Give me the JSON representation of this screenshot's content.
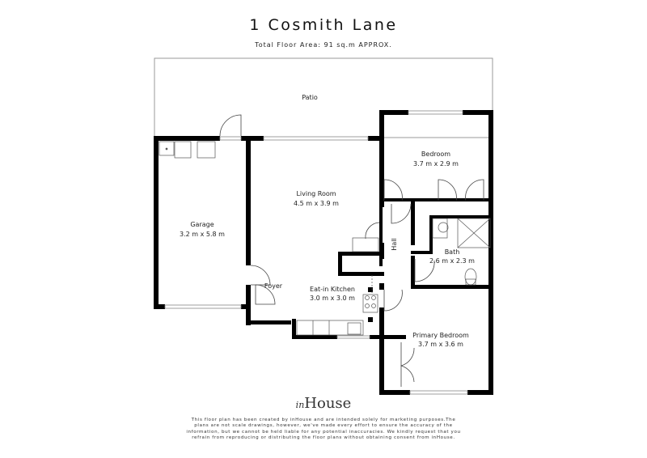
{
  "header": {
    "title": "1 Cosmith Lane",
    "subtitle": "Total Floor Area: 91 sq.m APPROX."
  },
  "rooms": [
    {
      "name": "Patio",
      "dimensions": ""
    },
    {
      "name": "Garage",
      "dimensions": "3.2 m x 5.8 m"
    },
    {
      "name": "Living Room",
      "dimensions": "4.5 m x 3.9 m"
    },
    {
      "name": "Bedroom",
      "dimensions": "3.7 m x 2.9 m"
    },
    {
      "name": "Hall",
      "dimensions": ""
    },
    {
      "name": "Bath",
      "dimensions": "2.6 m x 2.3 m"
    },
    {
      "name": "Foyer",
      "dimensions": ""
    },
    {
      "name": "Eat-in Kitchen",
      "dimensions": "3.0 m x 3.0 m"
    },
    {
      "name": "Primary Bedroom",
      "dimensions": "3.7 m x 3.6 m"
    }
  ],
  "footer": {
    "logo_script": "in",
    "logo_text": "House",
    "disclaimer": "This floor plan has been created by inHouse and are intended solely for marketing purposes.The plans are not scale drawings, however, we've made every effort to ensure the accuracy of the information, but we cannot be held liable for any potential inaccuracies. We kindly request that you refrain from reproducing or distributing the floor plans without obtaining consent from inHouse."
  },
  "colors": {
    "wall": "#000000",
    "outline": "#888888",
    "background": "#ffffff"
  }
}
